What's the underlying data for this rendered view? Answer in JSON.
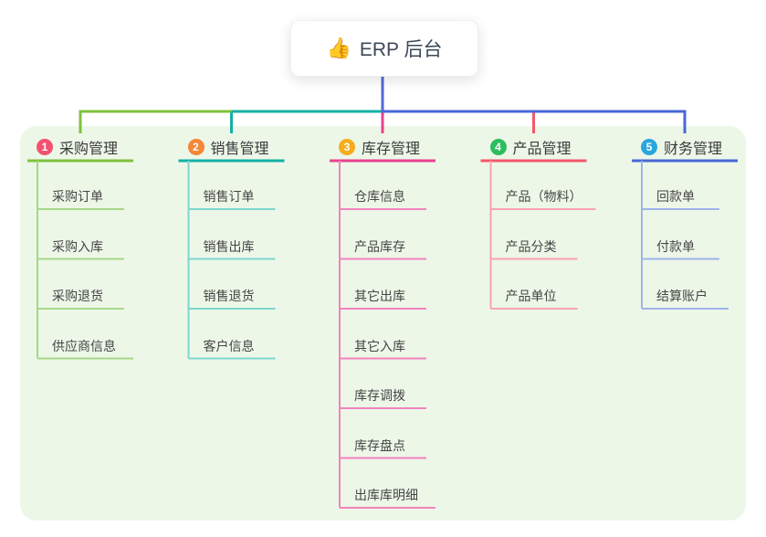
{
  "root": {
    "icon": "👍",
    "label": "ERP 后台"
  },
  "colors": {
    "root_connector": "#5468d4",
    "container_bg": "#edf7e8",
    "card_bg": "#ffffff",
    "title_text": "#3b3b3b",
    "item_text": "#454545"
  },
  "branches": [
    {
      "num": "1",
      "label": "采购管理",
      "badge_color": "#f25270",
      "line_color": "#7fc13d",
      "child_line_color": "#a6d788",
      "children": [
        "采购订单",
        "采购入库",
        "采购退货",
        "供应商信息"
      ]
    },
    {
      "num": "2",
      "label": "销售管理",
      "badge_color": "#f58638",
      "line_color": "#14b0a5",
      "child_line_color": "#7fd6cd",
      "children": [
        "销售订单",
        "销售出库",
        "销售退货",
        "客户信息"
      ]
    },
    {
      "num": "3",
      "label": "库存管理",
      "badge_color": "#f5ad1e",
      "line_color": "#e8428f",
      "child_line_color": "#f283bd",
      "children": [
        "仓库信息",
        "产品库存",
        "其它出库",
        "其它入库",
        "库存调拨",
        "库存盘点",
        "出库库明细"
      ]
    },
    {
      "num": "4",
      "label": "产品管理",
      "badge_color": "#2dbd5f",
      "line_color": "#f3566b",
      "child_line_color": "#f9a3b0",
      "children": [
        "产品（物料）",
        "产品分类",
        "产品单位"
      ]
    },
    {
      "num": "5",
      "label": "财务管理",
      "badge_color": "#2aa6df",
      "line_color": "#4867d6",
      "child_line_color": "#9fb3e8",
      "children": [
        "回款单",
        "付款单",
        "结算账户"
      ]
    }
  ]
}
